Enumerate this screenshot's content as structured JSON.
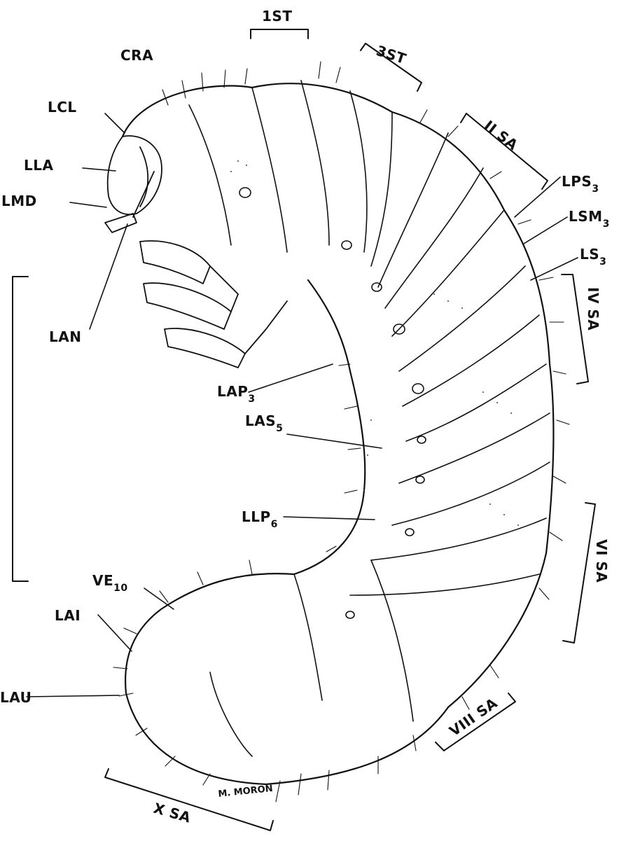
{
  "labels": {
    "first_st": "1ST",
    "third_st": "3ST",
    "cra": "CRA",
    "lcl": "LCL",
    "lla": "LLA",
    "lmd": "LMD",
    "lan": "LAN",
    "lps": "LPS",
    "lps_sub": "3",
    "lsm": "LSM",
    "lsm_sub": "3",
    "ls": "LS",
    "ls_sub": "3",
    "lap": "LAP",
    "lap_sub": "3",
    "las": "LAS",
    "las_sub": "5",
    "llp": "LLP",
    "llp_sub": "6",
    "ve": "VE",
    "ve_sub": "10",
    "lai": "LAI",
    "lau": "LAU",
    "seg_ii": "II SA",
    "seg_iv": "IV SA",
    "seg_vi": "VI SA",
    "seg_viii": "VIII SA",
    "seg_x": "X SA",
    "signature": "M. MORON"
  }
}
